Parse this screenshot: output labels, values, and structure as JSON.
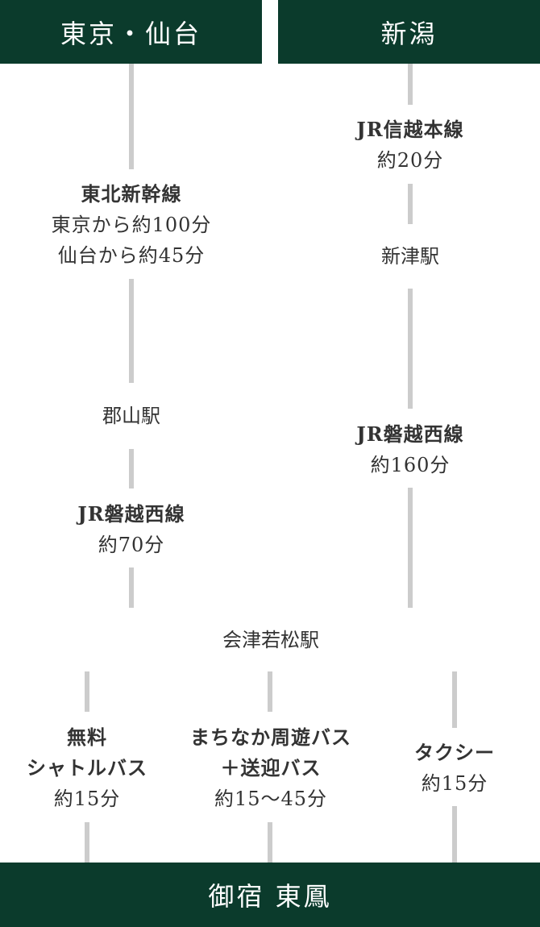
{
  "origins": {
    "left": "東京・仙台",
    "right": "新潟"
  },
  "destination": "御宿 東鳳",
  "left_route": {
    "segment1": {
      "route": "東北新幹線",
      "time_line1": "東京から約100分",
      "time_line2": "仙台から約45分"
    },
    "transfer": "郡山駅",
    "segment2": {
      "route": "JR磐越西線",
      "time": "約70分"
    }
  },
  "right_route": {
    "segment1": {
      "route": "JR信越本線",
      "time": "約20分"
    },
    "transfer": "新津駅",
    "segment2": {
      "route": "JR磐越西線",
      "time": "約160分"
    }
  },
  "junction": "会津若松駅",
  "final_options": [
    {
      "route_line1": "無料",
      "route_line2": "シャトルバス",
      "time": "約15分"
    },
    {
      "route_line1": "まちなか周遊バス",
      "route_line2": "＋送迎バス",
      "time": "約15～45分"
    },
    {
      "route_line1": "タクシー",
      "time": "約15分"
    }
  ],
  "colors": {
    "box_background": "#0b3b2c",
    "box_text": "#ffffff",
    "connector": "#cccccc",
    "text": "#333333"
  }
}
